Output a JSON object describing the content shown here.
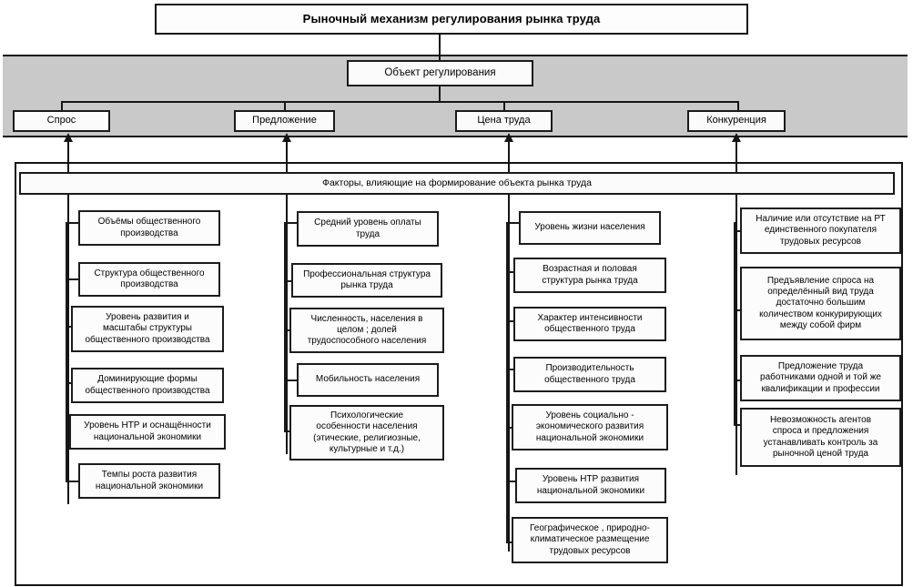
{
  "diagram": {
    "title": "Рыночный механизм регулирования рынка труда",
    "object_node": "Объект регулирования",
    "object_children": [
      {
        "id": "demand",
        "label": "Спрос"
      },
      {
        "id": "supply",
        "label": "Предложение"
      },
      {
        "id": "price",
        "label": "Цена труда"
      },
      {
        "id": "competition",
        "label": "Конкуренция"
      }
    ],
    "factors_band": "Факторы, влияющие на формирование объекта рынка труда",
    "columns": [
      {
        "id": "demand-factors",
        "parent": "Спрос",
        "items": [
          "Объёмы общественного\nпроизводства",
          "Структура общественного\nпроизводства",
          "Уровень развития и\nмасштабы структуры\nобщественного производства",
          "Доминирующие формы\nобщественного производства",
          "Уровень НТР и оснащённости\nнациональной экономики",
          "Темпы роста развития\nнациональной экономики"
        ]
      },
      {
        "id": "supply-factors",
        "parent": "Предложение",
        "items": [
          "Средний уровень оплаты\nтруда",
          "Профессиональная структура\nрынка труда",
          "Численность,  населения в\nцелом ;  долей\nтрудоспособного населения",
          "Мобильность населения",
          "Психологические\nособенности населения\n(этические, религиозные,\nкультурные и т.д.)"
        ]
      },
      {
        "id": "price-factors",
        "parent": "Цена труда",
        "items": [
          "Уровень жизни населения",
          "Возрастная и половая\nструктура рынка труда",
          "Характер интенсивности\nобщественного труда",
          "Производительность\nобщественного труда",
          "Уровень социально  -\nэкономического развития\nнациональной экономики",
          "Уровень НТР развития\nнациональной экономики",
          "Географическое , природно-\nклиматическое размещение\nтрудовых ресурсов"
        ]
      },
      {
        "id": "competition-factors",
        "parent": "Конкуренция",
        "items": [
          "Наличие или отсутствие на РТ\nединственного покупателя\nтрудовых ресурсов",
          "Предъявление спроса на\nопределённый вид труда\nдостаточно большим\nколичеством конкурирующих\nмежду собой фирм",
          "Предложение труда\nработниками одной и той же\nквалификации и профессии",
          "Невозможность агентов\nспроса и предложения\nустанавливать контроль за\nрыночной ценой труда"
        ]
      }
    ],
    "colors": {
      "band_background": "#c9c9c9",
      "line": "#151515",
      "box_fill": "#fbfbfb",
      "page_background": "#ffffff"
    }
  }
}
